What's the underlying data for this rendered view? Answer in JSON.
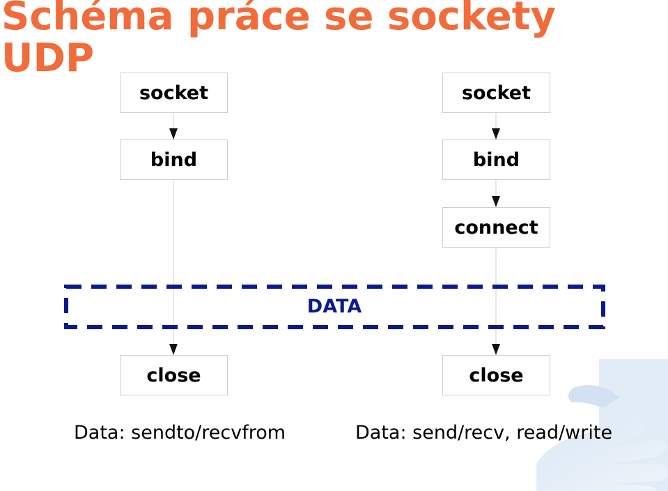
{
  "title": "Schéma práce se sockety UDP",
  "left_column": {
    "steps": [
      "socket",
      "bind",
      "close"
    ]
  },
  "right_column": {
    "steps": [
      "socket",
      "bind",
      "connect",
      "close"
    ]
  },
  "data_region": {
    "label": "DATA"
  },
  "captions": {
    "left": "Data: sendto/recvfrom",
    "right": "Data: send/recv, read/write"
  },
  "colors": {
    "title": "#f26b3a",
    "data_border": "#0a1a8c",
    "box_border": "#cfcfcf"
  }
}
